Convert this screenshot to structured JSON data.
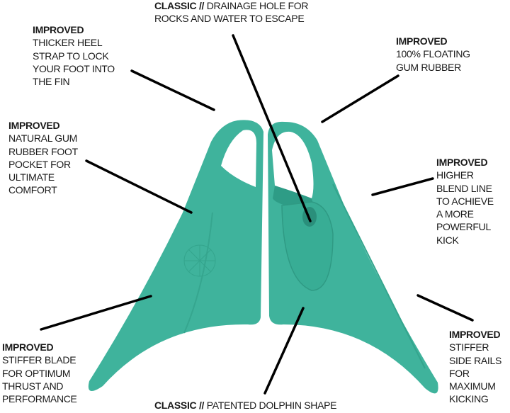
{
  "colors": {
    "fin": "#3fb39c",
    "fin_dark": "#2e9c86",
    "fin_light": "#5cc6b0",
    "leader": "#000000"
  },
  "callouts": {
    "drainage": {
      "tag": "CLASSIC //",
      "lines": [
        "DRAINAGE HOLE FOR",
        "ROCKS AND WATER TO ESCAPE"
      ]
    },
    "heel_strap": {
      "tag": "IMPROVED",
      "lines": [
        "THICKER HEEL",
        "STRAP TO LOCK",
        "YOUR FOOT INTO",
        "THE FIN"
      ]
    },
    "floating": {
      "tag": "IMPROVED",
      "lines": [
        "100% FLOATING",
        "GUM RUBBER"
      ]
    },
    "foot_pocket": {
      "tag": "IMPROVED",
      "lines": [
        "NATURAL GUM",
        "RUBBER FOOT",
        "POCKET FOR",
        "ULTIMATE",
        "COMFORT"
      ]
    },
    "blend_line": {
      "tag": "IMPROVED",
      "lines": [
        "HIGHER",
        "BLEND LINE",
        "TO ACHIEVE",
        "A MORE",
        "POWERFUL",
        "KICK"
      ]
    },
    "stiffer_blade": {
      "tag": "IMPROVED",
      "lines": [
        "STIFFER BLADE",
        "FOR OPTIMUM",
        "THRUST AND",
        "PERFORMANCE"
      ]
    },
    "side_rails": {
      "tag": "IMPROVED",
      "lines": [
        "STIFFER",
        "SIDE RAILS",
        "FOR",
        "MAXIMUM",
        "KICKING"
      ]
    },
    "dolphin": {
      "tag": "CLASSIC //",
      "lines": [
        "PATENTED DOLPHIN SHAPE"
      ]
    }
  }
}
